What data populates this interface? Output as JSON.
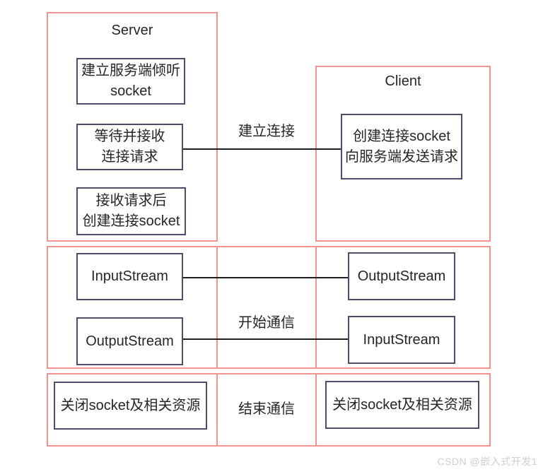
{
  "colors": {
    "frame_red": "#f09492",
    "node_border": "#4b4e68",
    "connector_black": "#1f1f1f",
    "text": "#262626",
    "watermark_gray": "#cfcfcf"
  },
  "server": {
    "title": "Server",
    "step_listen": "建立服务端倾听\nsocket",
    "step_wait": "等待并接收\n连接请求",
    "step_accept": "接收请求后\n创建连接socket",
    "stream_in": "InputStream",
    "stream_out": "OutputStream",
    "close": "关闭socket及相关资源"
  },
  "client": {
    "title": "Client",
    "step_connect": "创建连接socket\n向服务端发送请求",
    "stream_out": "OutputStream",
    "stream_in": "InputStream",
    "close": "关闭socket及相关资源"
  },
  "gap_labels": {
    "establish": "建立连接",
    "communicate": "开始通信",
    "finish": "结束通信"
  },
  "watermark": "CSDN @嵌入式开发1"
}
